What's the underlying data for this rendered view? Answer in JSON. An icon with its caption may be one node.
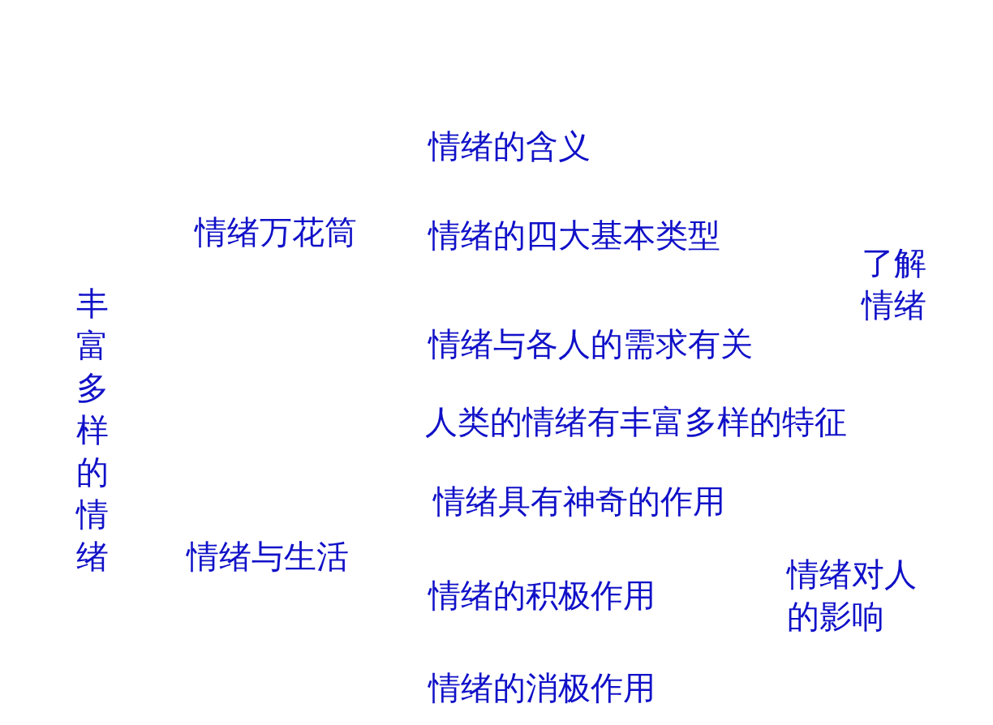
{
  "diagram": {
    "labels": [
      "情绪的含义",
      "情绪万花筒",
      "情绪的四大基本类型",
      "了解情绪",
      "丰富多样的情绪",
      "情绪与各人的需求有关",
      "人类的情绪有丰富多样的特征",
      "情绪具有神奇的作用",
      "情绪与生活",
      "情绪的积极作用",
      "情绪对人的影响",
      "情绪的消极作用"
    ]
  }
}
